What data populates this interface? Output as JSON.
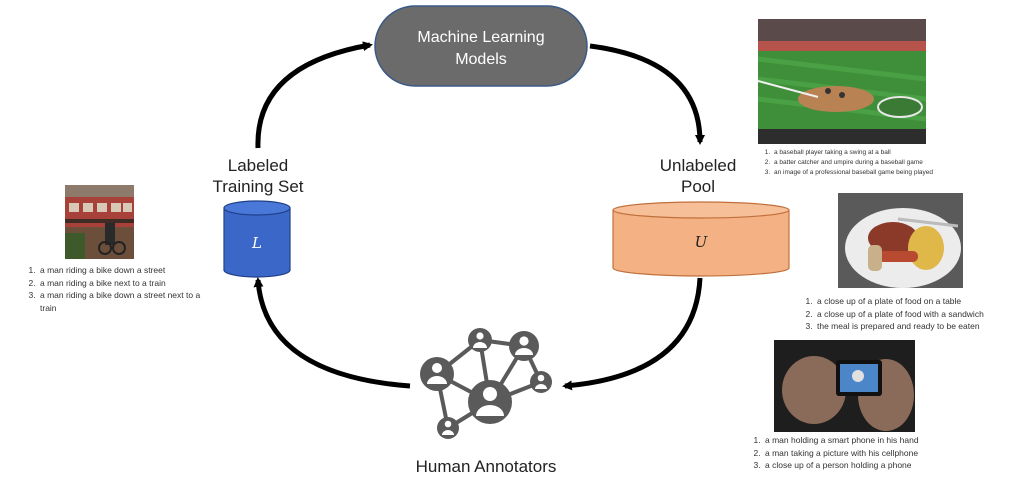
{
  "model_box": {
    "line1": "Machine Learning",
    "line2": "Models",
    "color": "#6b6b6b",
    "border": "#3a5a86"
  },
  "labeled": {
    "line1": "Labeled",
    "line2": "Training Set",
    "symbol": "L",
    "color": "#3a67c8"
  },
  "unlabeled": {
    "line1": "Unlabeled",
    "line2": "Pool",
    "symbol": "U",
    "color": "#f4b183"
  },
  "annotators": {
    "label": "Human Annotators",
    "icon": "people-network-icon",
    "color": "#5a5a5a"
  },
  "examples": [
    {
      "photo": "bike-train-photo",
      "captions": [
        "a man riding a bike down a street",
        "a man riding a bike next to a train",
        "a man riding a bike down a street next to a train"
      ]
    },
    {
      "photo": "baseball-photo",
      "captions": [
        "a baseball player taking a swing at a ball",
        "a batter catcher and umpire during a baseball game",
        "an image of a professional baseball game being played"
      ]
    },
    {
      "photo": "food-plate-photo",
      "captions": [
        "a close up of a plate of food on a table",
        "a close up of a plate of food with a sandwich",
        "the meal is prepared and ready to be eaten"
      ]
    },
    {
      "photo": "phone-photo",
      "captions": [
        "a man holding a smart phone in his hand",
        "a man taking a picture with his cellphone",
        "a close up of a person holding a phone"
      ]
    }
  ]
}
